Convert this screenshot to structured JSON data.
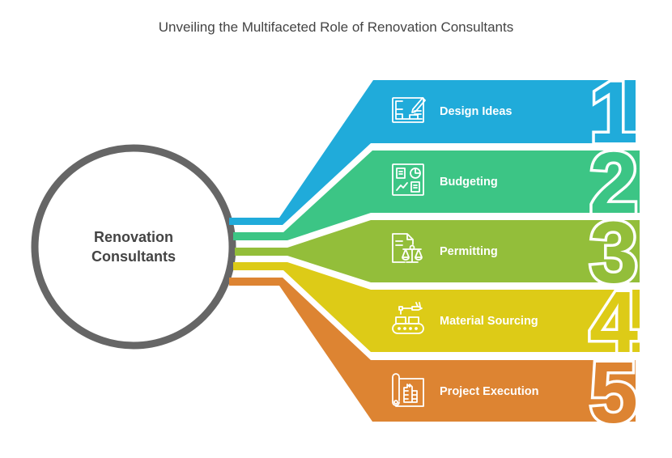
{
  "title": "Unveiling the Multifaceted Role of Renovation Consultants",
  "center": {
    "line1": "Renovation",
    "line2": "Consultants"
  },
  "colors": {
    "circle": "#666666"
  },
  "items": [
    {
      "number": "1",
      "label": "Design Ideas",
      "icon": "blueprint-pencil-icon",
      "color": "#20ABDA"
    },
    {
      "number": "2",
      "label": "Budgeting",
      "icon": "budget-dashboard-icon",
      "color": "#3CC585"
    },
    {
      "number": "3",
      "label": "Permitting",
      "icon": "document-scales-icon",
      "color": "#93BE3A"
    },
    {
      "number": "4",
      "label": "Material Sourcing",
      "icon": "conveyor-robot-arm-icon",
      "color": "#DDCB17"
    },
    {
      "number": "5",
      "label": "Project Execution",
      "icon": "blueprint-roll-icon",
      "color": "#DD8432"
    }
  ]
}
